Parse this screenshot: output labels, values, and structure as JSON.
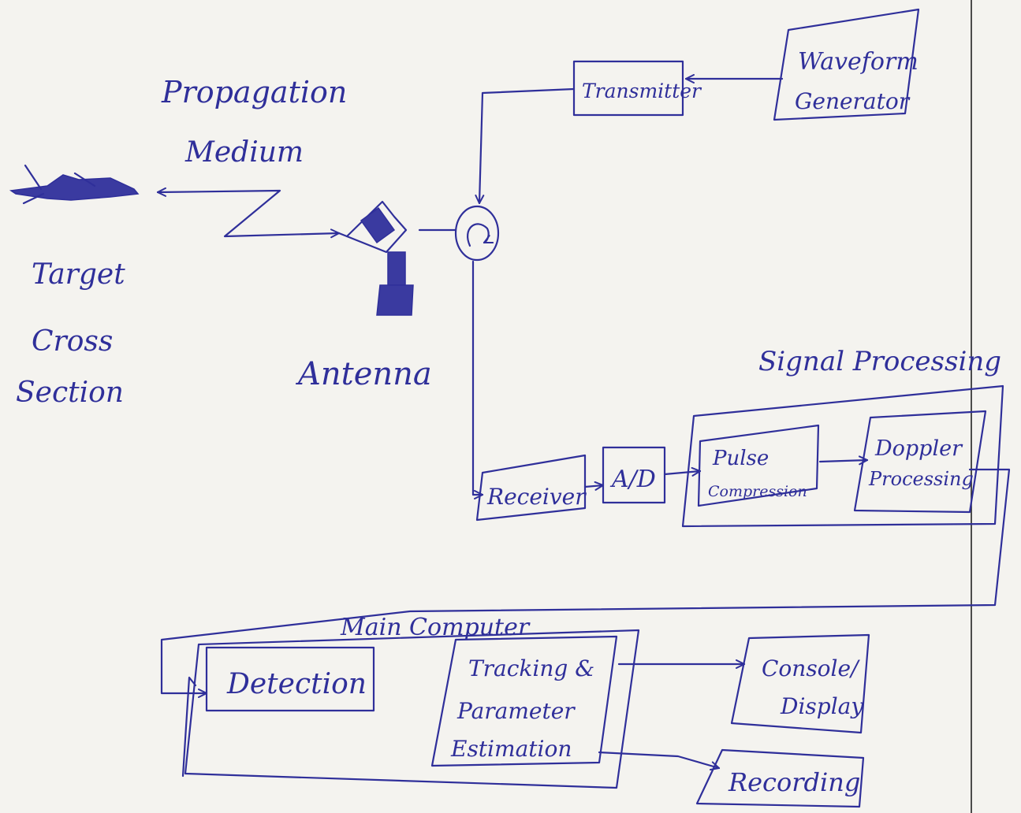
{
  "labels": {
    "propagation": [
      "Propagation",
      "Medium"
    ],
    "target": [
      "Target",
      "Cross",
      "Section"
    ],
    "antenna": "Antenna",
    "signal_processing": "Signal Processing",
    "main_computer": "Main Computer"
  },
  "blocks": {
    "transmitter": "Transmitter",
    "waveform_generator": [
      "Waveform",
      "Generator"
    ],
    "receiver": "Receiver",
    "ad": "A/D",
    "pulse_compression": [
      "Pulse",
      "Compression"
    ],
    "doppler_processing": [
      "Doppler",
      "Processing"
    ],
    "detection": "Detection",
    "tracking": [
      "Tracking &",
      "Parameter",
      "Estimation"
    ],
    "console_display": [
      "Console/",
      "Display"
    ],
    "recording": "Recording"
  },
  "colors": {
    "ink": "#2f2f9a",
    "paper": "#f4f3ef"
  }
}
